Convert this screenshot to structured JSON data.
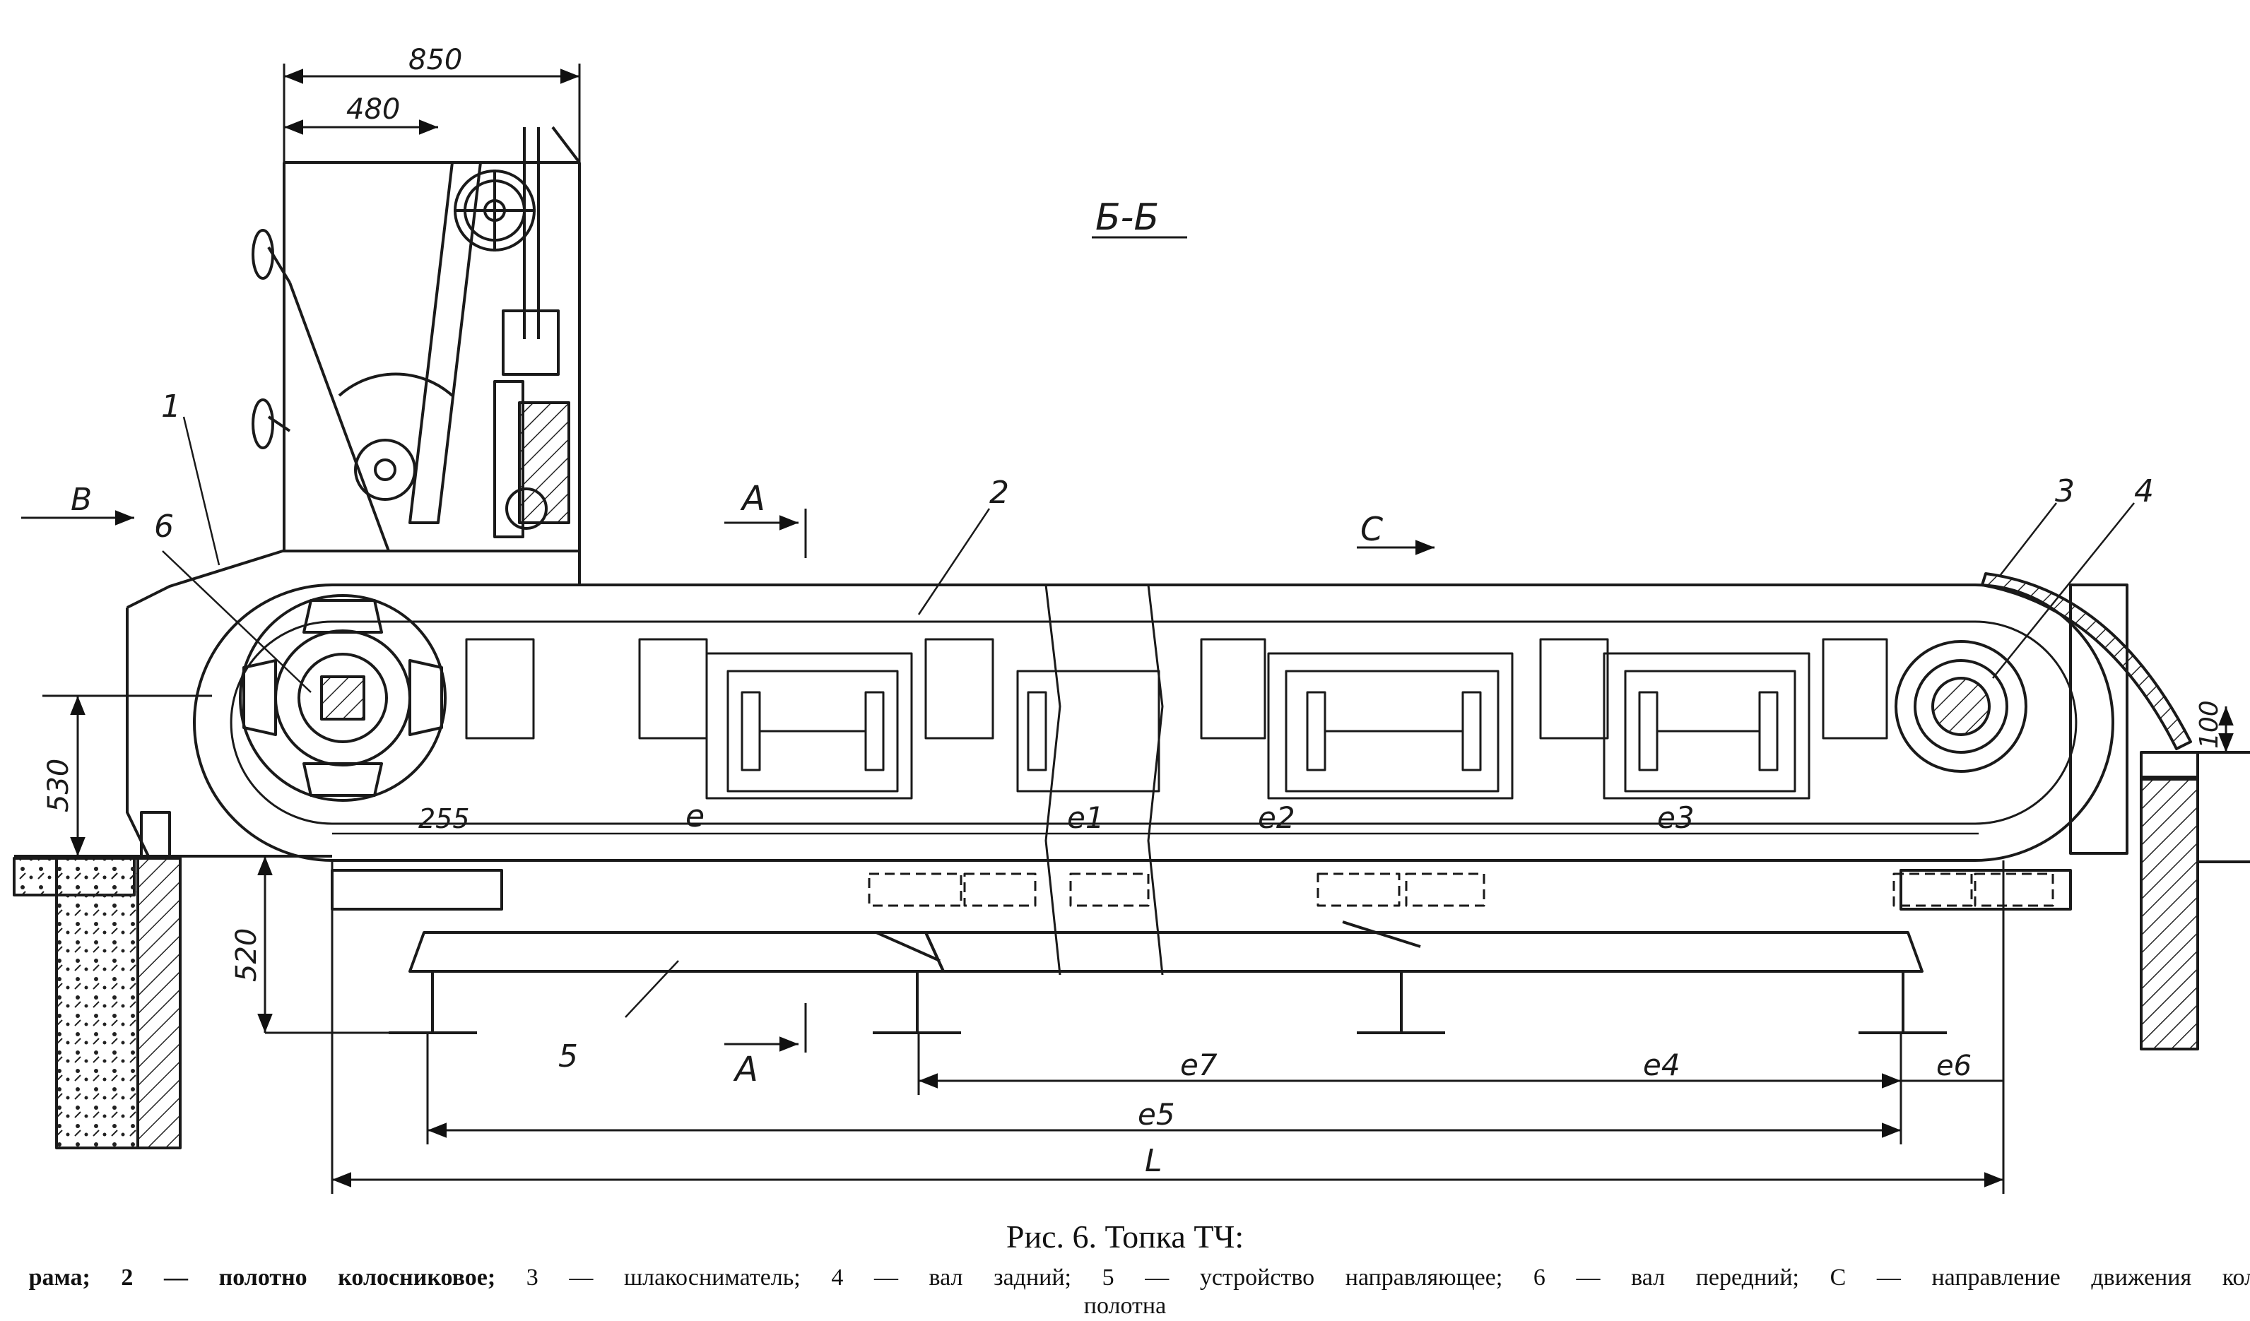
{
  "figure": {
    "section_label": "Б-Б",
    "dimensions": {
      "d850": "850",
      "d480": "480",
      "d530": "530",
      "d520": "520",
      "d255": "255",
      "d100": "100"
    },
    "spans": {
      "e": "e",
      "e1": "e1",
      "e2": "e2",
      "e3": "e3",
      "e4": "e4",
      "e5": "e5",
      "e6": "e6",
      "e7": "e7",
      "L": "L"
    },
    "callouts": {
      "n1": "1",
      "n2": "2",
      "n3": "3",
      "n4": "4",
      "n5": "5",
      "n6": "6"
    },
    "markers": {
      "B": "В",
      "A_top": "А",
      "A_bottom": "А",
      "C": "С"
    }
  },
  "caption": {
    "title": "Рис. 6. Топка ТЧ:",
    "legend_bold": "– рама; 2 — полотно колосниковое;",
    "legend_rest": "3 — шлакосниматель; 4 — вал задний; 5 — устройство направляющее; 6 — вал передний; С — направление движения коло",
    "legend_tail": "полотна"
  }
}
